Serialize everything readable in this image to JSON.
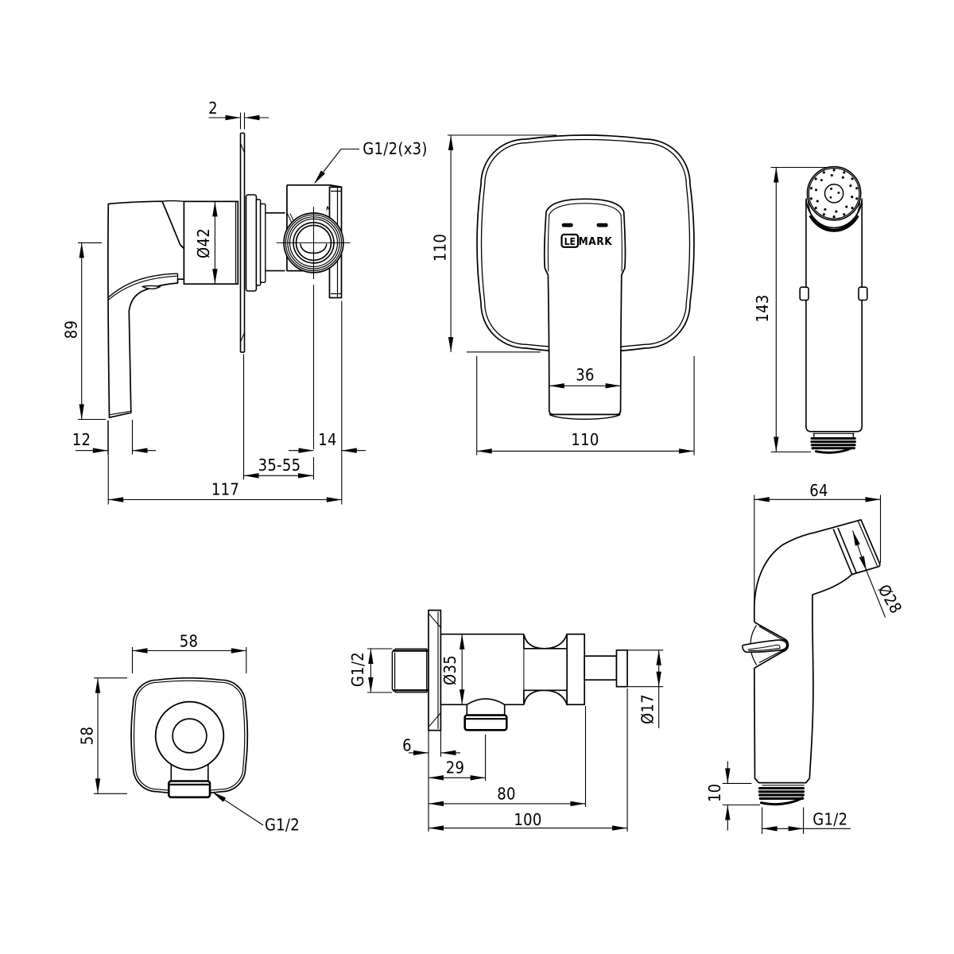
{
  "page": {
    "background": "#ffffff",
    "line_color": "#000000"
  },
  "brand": {
    "boxed": "LE",
    "rest": "MARK"
  },
  "views": {
    "mixer_side": {
      "dims": {
        "plate_thickness": "2",
        "thread_ports": "G1/2(x3)",
        "cartridge_diameter": "Ø42",
        "handle_drop": "89",
        "handle_tip_width": "12",
        "flange_offset": "14",
        "mount_depth_range": "35-55",
        "overall_depth": "117"
      }
    },
    "mixer_front": {
      "dims": {
        "plate_height": "110",
        "handle_width": "36",
        "plate_width": "110"
      }
    },
    "hand_shower_front": {
      "dims": {
        "overall_length": "143"
      }
    },
    "hand_shower_side": {
      "dims": {
        "head_depth": "64",
        "head_diameter": "Ø28",
        "thread_length": "10",
        "connection_thread": "G1/2"
      }
    },
    "wall_bracket_front": {
      "dims": {
        "plate_width": "58",
        "plate_height": "58",
        "outlet_thread": "G1/2"
      }
    },
    "wall_bracket_side": {
      "dims": {
        "inlet_thread": "G1/2",
        "body_diameter": "Ø35",
        "pin_diameter": "Ø17",
        "plate_thickness": "6",
        "outlet_offset": "29",
        "holder_offset": "80",
        "overall_depth": "100"
      }
    }
  }
}
